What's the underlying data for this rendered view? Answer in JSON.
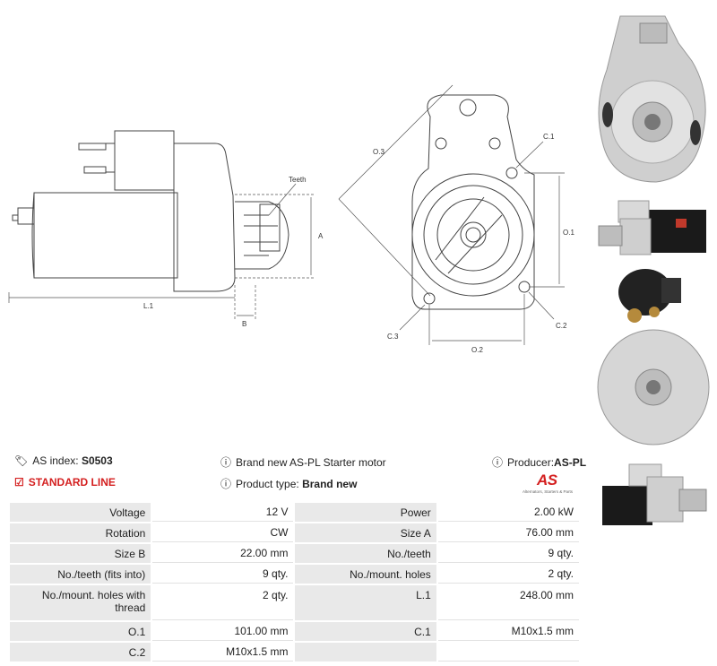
{
  "drawing": {
    "dim_labels": {
      "teeth": "Teeth",
      "a": "A",
      "l1": "L.1",
      "b": "B",
      "o3": "O.3",
      "c1": "C.1",
      "o1": "O.1",
      "c2": "C.2",
      "c3": "C.3",
      "o2": "O.2"
    }
  },
  "header": {
    "as_index_label": "AS index:",
    "as_index_value": "S0503",
    "standard_line": "STANDARD LINE",
    "description": "Brand new AS-PL Starter motor",
    "product_type_label": "Product type:",
    "product_type_value": "Brand new",
    "producer_label": "Producer:",
    "producer_value": "AS-PL"
  },
  "logo": {
    "mark": "AS",
    "tagline": "Alternators, Starters & Parts"
  },
  "specs": [
    {
      "l1": "Voltage",
      "v1": "12 V",
      "l2": "Power",
      "v2": "2.00 kW"
    },
    {
      "l1": "Rotation",
      "v1": "CW",
      "l2": "Size A",
      "v2": "76.00 mm"
    },
    {
      "l1": "Size B",
      "v1": "22.00 mm",
      "l2": "No./teeth",
      "v2": "9 qty."
    },
    {
      "l1": "No./teeth (fits into)",
      "v1": "9 qty.",
      "l2": "No./mount. holes",
      "v2": "2 qty."
    },
    {
      "l1": "No./mount. holes with thread",
      "v1": "2 qty.",
      "l2": "L.1",
      "v2": "248.00 mm"
    },
    {
      "l1": "O.1",
      "v1": "101.00 mm",
      "l2": "C.1",
      "v2": "M10x1.5 mm"
    },
    {
      "l1": "C.2",
      "v1": "M10x1.5 mm",
      "l2": "",
      "v2": ""
    }
  ]
}
